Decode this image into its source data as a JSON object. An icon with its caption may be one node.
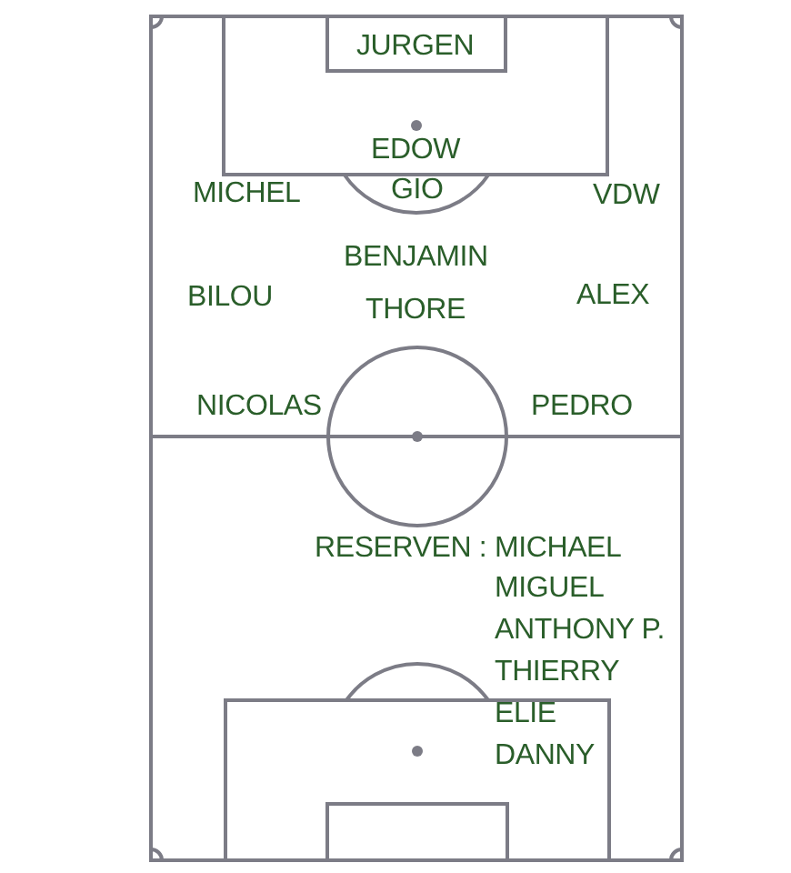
{
  "diagram": {
    "labels": [
      "JURGEN",
      "EDOW",
      "MICHEL",
      "GIO",
      "VDW",
      "BENJAMIN",
      "BILOU",
      "THORE",
      "ALEX",
      "NICOLAS",
      "PEDRO",
      "RESERVEN :",
      "MICHAEL",
      "MIGUEL",
      "ANTHONY P.",
      "THIERRY",
      "ELIE",
      "DANNY"
    ]
  }
}
